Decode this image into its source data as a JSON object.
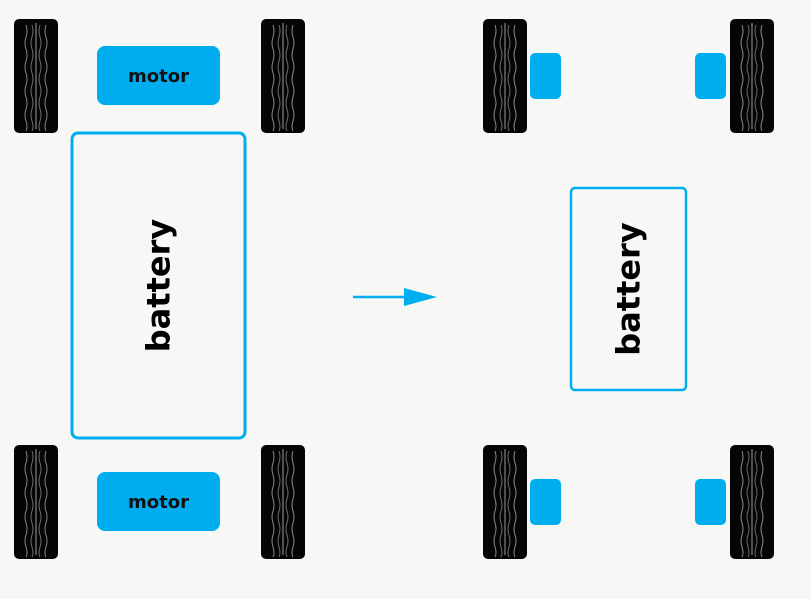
{
  "colors": {
    "background": "#f7f7f5",
    "accent": "#00aeef",
    "tire": "#050505",
    "tread": "#8a8a8a",
    "text": "#000000"
  },
  "icons": {
    "tire": "tire-icon",
    "motor": "motor-block",
    "battery": "battery-pack",
    "arrow": "arrow-right-icon"
  },
  "before": {
    "motor_front_label": "motor",
    "motor_rear_label": "motor",
    "battery_label": "battery"
  },
  "after": {
    "battery_label": "battery"
  }
}
